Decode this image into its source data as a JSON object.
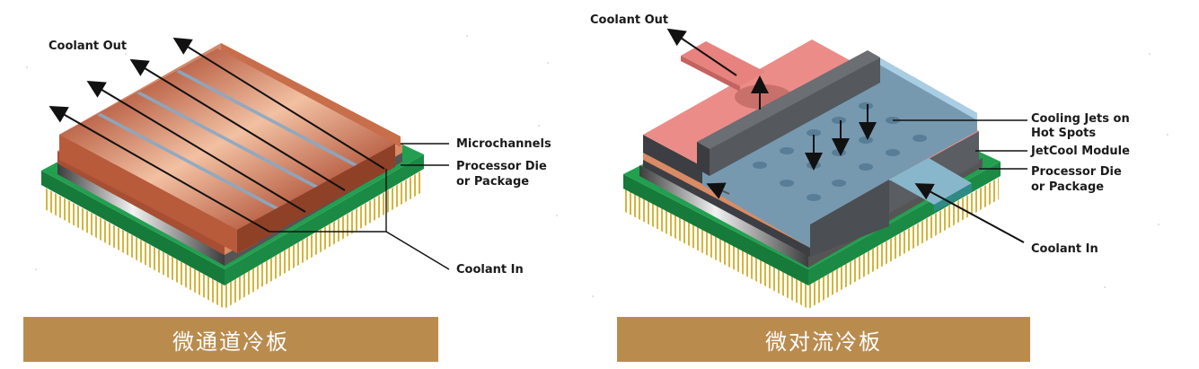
{
  "left_panel": {
    "title": "微通道冷板",
    "labels": {
      "coolant_out": "Coolant Out",
      "microchannels": "Microchannels",
      "processor_line1": "Processor Die",
      "processor_line2": "or Package",
      "coolant_in": "Coolant In"
    }
  },
  "right_panel": {
    "title": "微对流冷板",
    "labels": {
      "coolant_out": "Coolant Out",
      "cooling_jets_line1": "Cooling Jets on",
      "cooling_jets_line2": "Hot Spots",
      "jetcool_module": "JetCool Module",
      "processor_line1": "Processor Die",
      "processor_line2": "or Package",
      "coolant_in": "Coolant In"
    }
  },
  "colors": {
    "banner": "#b98c4e",
    "pcb_green": "#1f9a4a",
    "copper": "#c0653f",
    "pink": "#e98a86",
    "blue_plate": "#6f96ad",
    "dark_gray": "#4a4d52"
  }
}
